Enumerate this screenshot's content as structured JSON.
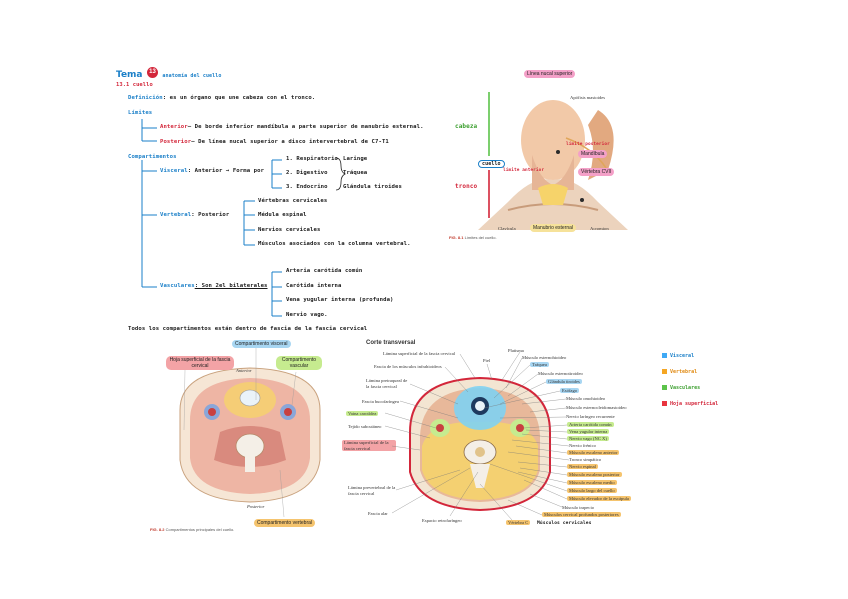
{
  "colors": {
    "blue": "#1a7fc8",
    "red": "#d3263a",
    "visceral": "#3fa9f5",
    "vertebral": "#f5a623",
    "vascular": "#5cc34a",
    "fascia": "#e8343f",
    "pink_pill": "#f4a0c8",
    "green_pill": "#c6eb8f"
  },
  "header": {
    "title_word": "Tema",
    "title_number": "13",
    "title_rest": "anatomía del cuello",
    "section": "13.1 cuello"
  },
  "notes": {
    "definition_label": "Definición",
    "definition_text": ": es un órgano que une cabeza con el tronco.",
    "limits_label": "Límites",
    "anterior_label": "Anterior",
    "anterior_text": "— De borde inferior mandíbula a parte superior de manubrio esternal.",
    "posterior_label": "Posterior",
    "posterior_text": "— De línea nucal superior a disco intervertebral de C7-T1",
    "compartments_label": "Compartimentos",
    "visceral_label": "Visceral",
    "visceral_sub": ": Anterior → Forma por",
    "visceral_items": [
      "1. Respiratorio",
      "2. Digestivo",
      "3. Endocrino"
    ],
    "visceral_organs": [
      "Laringe",
      "Tráquea",
      "Glándula tiroides"
    ],
    "vertebral_label": "Vertebral",
    "vertebral_sub": ": Posterior",
    "vertebral_items": [
      "Vértebras cervicales",
      "Médula espinal",
      "Nervios cervicales",
      "Músculos asociados con la columna vertebral."
    ],
    "vascular_label": "Vasculares",
    "vascular_sub": ": Son 2el bilaterales",
    "vascular_items": [
      "Arteria carótida común",
      "Carótida interna",
      "Vena yugular interna (profunda)",
      "Nervio vago."
    ],
    "closing": "Todos los compartimentos están dentro de fascia de la fascia cervical"
  },
  "top_figure": {
    "labels": {
      "linea_nucal": "Línea nucal superior",
      "apofisis": "Apófisis mastoides",
      "mandibula": "Mandíbula",
      "vertebra": "Vértebra CVII",
      "clavicula": "Clavícula",
      "manubrio": "Manubrio esternal",
      "acromion": "Acromion"
    },
    "caption_num": "FIG. 8.1",
    "caption_text": "Límites del cuello.",
    "hand_cabeza": "cabeza",
    "hand_cuello": "cuello",
    "hand_tronco": "tronco",
    "hand_limite_ant": "límite anterior",
    "hand_limite_post": "límite posterior"
  },
  "bottom_left_figure": {
    "compartimento_visceral": "Compartimento visceral",
    "hoja_superficial": "Hoja superficial de la fascia cervical",
    "compartimento_vascular": "Compartimento vascular",
    "anterior": "Anterior",
    "posterior": "Posterior",
    "compartimento_vertebral": "Compartimento vertebral",
    "caption_num": "FIG. 8.2",
    "caption_text": "Compartimentos principales del cuello."
  },
  "transverse": {
    "title": "Corte transversal",
    "left_labels": [
      "Lámina superficial de la fascia cervical",
      "Fascia de los músculos infrahioideos",
      "Lámina pretraqueal de la fascia cervical",
      "Fascia bucofaríngea",
      "Vaina carotídea",
      "Tejido subcutáneo",
      "Lámina superficial de la fascia cervical",
      "Lámina prevertebral de la fascia cervical",
      "Fascia alar",
      "Espacio retrofaríngeo"
    ],
    "top_labels": [
      "Piel",
      "Platisma",
      "Músculo esternohioideo",
      "Tráquea",
      "Músculo esternotiroideo",
      "Glándula tiroides",
      "Esófago",
      "Músculo omohioideo",
      "Músculo esternocleidomastoideo",
      "Nervio laríngeo recurrente"
    ],
    "right_labels": [
      "Arteria carótida común",
      "Vena yugular interna",
      "Nervio vago (NC X)",
      "Nervio frénico",
      "Músculo escaleno anterior",
      "Tronco simpático",
      "Nervio espinal",
      "Músculo escaleno posterior",
      "Músculo escaleno medio",
      "Músculo largo del cuello",
      "Músculo elevador de la escápula",
      "Músculo trapecio",
      "Músculos cervical profundos posteriores"
    ],
    "bottom_labels": [
      "Vértebra C",
      "Músculos cervicales"
    ]
  },
  "legend": [
    {
      "label": "Visceral",
      "color": "#3fa9f5"
    },
    {
      "label": "Vertebral",
      "color": "#f5a623"
    },
    {
      "label": "Vasculares",
      "color": "#5cc34a"
    },
    {
      "label": "Hoja superficial",
      "color": "#e8343f"
    }
  ]
}
